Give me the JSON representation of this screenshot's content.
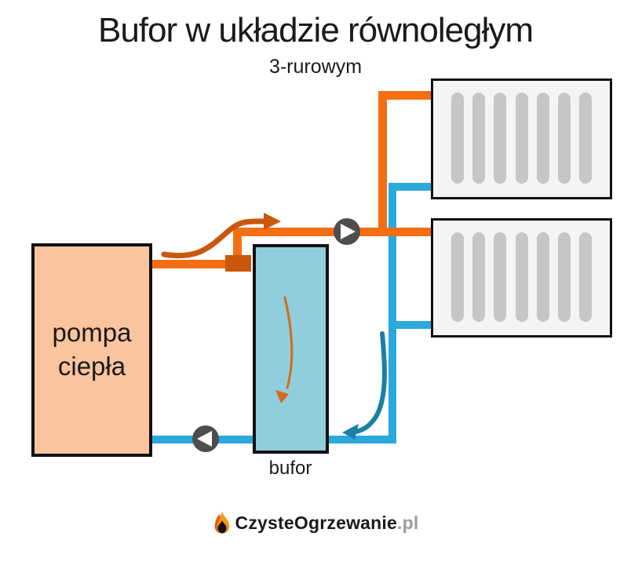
{
  "title": "Bufor w układzie równoległym",
  "subtitle": "3-rurowym",
  "heat_pump": {
    "label": "pompa ciepła"
  },
  "buffer": {
    "label": "bufor"
  },
  "radiators": {
    "count": 2,
    "fins_per_radiator": 7
  },
  "pumps": {
    "supply_direction": "right",
    "return_direction": "left"
  },
  "logo": {
    "brand": "CzysteOgrzewanie",
    "suffix": ".pl"
  },
  "colors": {
    "hot_pipe": "#F46E14",
    "hot_dark": "#C9570E",
    "buffer_arrow": "#D4691E",
    "cold_pipe": "#29A9DC",
    "cold_dark": "#1B7FA3",
    "heat_pump_fill": "#FAC49E",
    "buffer_fill": "#90CEDD",
    "radiator_fill": "#F4F4F4",
    "radiator_fin": "#C6C6C6",
    "pump_body": "#4D4D4D",
    "outline": "#111111",
    "logo_suffix_gray": "#9C9C9C"
  }
}
